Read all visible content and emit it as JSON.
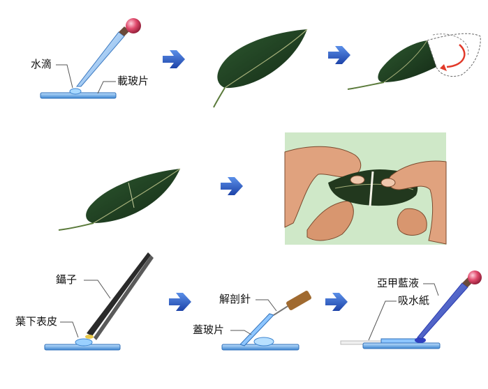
{
  "labels": {
    "water_drop": "水滴",
    "glass_slide": "載玻片",
    "tweezers": "鑷子",
    "lower_epidermis": "葉下表皮",
    "dissecting_needle": "解剖針",
    "cover_slip": "蓋玻片",
    "methylene_blue": "亞甲藍液",
    "blotting_paper": "吸水紙"
  },
  "icons": [
    "dropper-icon",
    "arrow-right-icon",
    "leaf-icon",
    "tweezers-icon",
    "dissecting-needle-icon"
  ],
  "colors": {
    "arrow": "#2b5fc8",
    "leaf": "#1f3a22",
    "leaf_vein": "#a6b07a",
    "slide": "#5aa0e0",
    "dropper_bulb": "#d23a5a",
    "photo_bg": "#cfe8c8",
    "skin": "#e4a37f",
    "curl_arrow": "#e23a2a"
  }
}
